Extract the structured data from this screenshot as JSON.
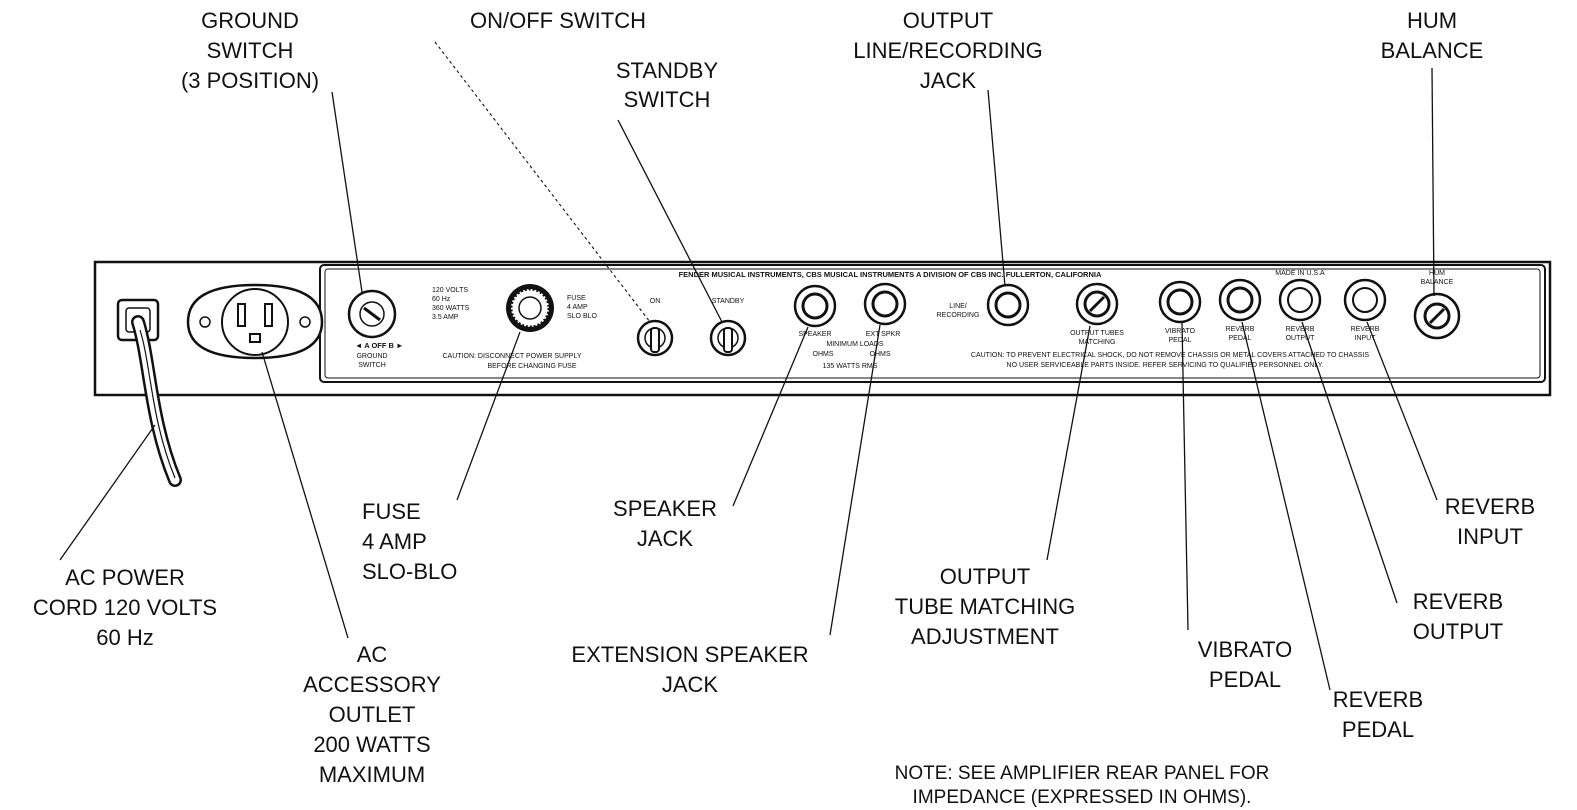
{
  "callouts": {
    "ground_switch": [
      "GROUND",
      "SWITCH",
      "(3 POSITION)"
    ],
    "on_off_switch": [
      "ON/OFF SWITCH"
    ],
    "standby_switch": [
      "STANDBY",
      "SWITCH"
    ],
    "output_line": [
      "OUTPUT",
      "LINE/RECORDING",
      "JACK"
    ],
    "hum_balance": [
      "HUM",
      "BALANCE"
    ],
    "ac_power": [
      "AC POWER",
      "CORD 120 VOLTS",
      "60 Hz"
    ],
    "ac_outlet": [
      "AC",
      "ACCESSORY",
      "OUTLET",
      "200 WATTS",
      "MAXIMUM"
    ],
    "fuse": [
      "FUSE",
      "4 AMP",
      "SLO-BLO"
    ],
    "speaker_jack": [
      "SPEAKER",
      "JACK"
    ],
    "extension_speaker": [
      "EXTENSION SPEAKER",
      "JACK"
    ],
    "output_tube": [
      "OUTPUT",
      "TUBE MATCHING",
      "ADJUSTMENT"
    ],
    "vibrato_pedal": [
      "VIBRATO",
      "PEDAL"
    ],
    "reverb_pedal": [
      "REVERB",
      "PEDAL"
    ],
    "reverb_output": [
      "REVERB",
      "OUTPUT"
    ],
    "reverb_input": [
      "REVERB",
      "INPUT"
    ],
    "note": [
      "NOTE: SEE AMPLIFIER REAR PANEL FOR",
      "IMPEDANCE (EXPRESSED IN OHMS)."
    ]
  },
  "panel": {
    "header": "FENDER MUSICAL INSTRUMENTS, CBS MUSICAL INSTRUMENTS A DIVISION OF CBS INC. FULLERTON, CALIFORNIA",
    "made_in": "MADE IN U.S.A",
    "ground_positions": "◄ A   OFF   B ►",
    "ground_label": [
      "GROUND",
      "SWITCH"
    ],
    "ratings": [
      "120 VOLTS",
      "60 Hz",
      "360 WATTS",
      "3.5 AMP"
    ],
    "fuse_label": [
      "FUSE",
      "4 AMP",
      "SLO BLO"
    ],
    "caution_power": [
      "CAUTION: DISCONNECT POWER SUPPLY",
      "BEFORE CHANGING FUSE"
    ],
    "on_label": "ON",
    "standby_label": "STANDBY",
    "speaker_label": "SPEAKER",
    "ext_spkr_label": "EXT SPKR",
    "min_loads": "MINIMUM LOADS",
    "ohms_left": "OHMS",
    "ohms_right": "OHMS",
    "watts_rms": "135 WATTS RMS",
    "line_recording": [
      "LINE/",
      "RECORDING"
    ],
    "output_tubes": [
      "OUTPUT TUBES",
      "MATCHING"
    ],
    "vibrato_pedal": [
      "VIBRATO",
      "PEDAL"
    ],
    "reverb_pedal": [
      "REVERB",
      "PEDAL"
    ],
    "reverb_output": [
      "REVERB",
      "OUTPUT"
    ],
    "reverb_input": [
      "REVERB",
      "INPUT"
    ],
    "hum_balance": [
      "HUM",
      "BALANCE"
    ],
    "caution_shock": [
      "CAUTION: TO PREVENT ELECTRICAL SHOCK, DO NOT REMOVE CHASSIS OR METAL COVERS ATTACHED TO CHASSIS",
      "NO USER SERVICEABLE PARTS INSIDE. REFER SERVICING TO QUALIFIED PERSONNEL ONLY."
    ]
  }
}
